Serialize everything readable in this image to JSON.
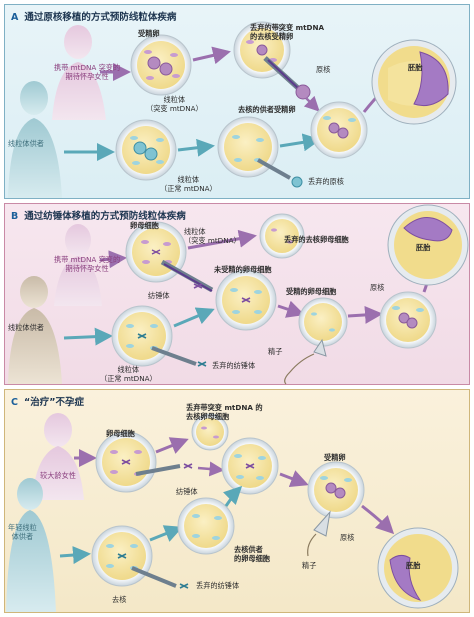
{
  "panelA": {
    "letter": "A",
    "title": "通过原核移植的方式预防线粒体疾病",
    "carrier_line1": "携带 mtDNA 突变的",
    "carrier_line2": "期待怀孕女性",
    "donor": "线粒体供者",
    "fertilized_egg": "受精卵",
    "mito_mutant_1": "线粒体",
    "mito_mutant_2": "（突变 mtDNA）",
    "mito_normal_1": "线粒体",
    "mito_normal_2": "（正常 mtDNA）",
    "discarded_mutant_1": "丢弃的带突变 mtDNA",
    "discarded_mutant_2": "的去核受精卵",
    "pronucleus": "原核",
    "enucleated_donor": "去核的供者受精卵",
    "discarded_pronucleus": "丢弃的原核",
    "embryo": "胚胎"
  },
  "panelB": {
    "letter": "B",
    "title": "通过纺锤体移植的方式预防线粒体疾病",
    "carrier_line1": "携带 mtDNA 突变的",
    "carrier_line2": "期待怀孕女性",
    "donor": "线粒体供者",
    "oocyte": "卵母细胞",
    "mito_mutant_1": "线粒体",
    "mito_mutant_2": "（突变 mtDNA）",
    "discarded_enucleated": "丢弃的去核卵母细胞",
    "unfertilized": "未受精的卵母细胞",
    "spindle": "纺锤体",
    "fertilized_oocyte": "受精的卵母细胞",
    "pronucleus": "原核",
    "mito_normal_1": "线粒体",
    "mito_normal_2": "（正常 mtDNA）",
    "discarded_spindle": "丢弃的纺锤体",
    "sperm": "精子",
    "embryo": "胚胎"
  },
  "panelC": {
    "letter": "C",
    "title": "“治疗”不孕症",
    "older_woman": "较大龄女性",
    "young_donor_1": "年轻线粒",
    "young_donor_2": "体供者",
    "oocyte": "卵母细胞",
    "discarded_mutant_1": "丢弃带突变 mtDNA 的",
    "discarded_mutant_2": "去核卵母细胞",
    "spindle": "纺锤体",
    "fertilized_egg": "受精卵",
    "pronucleus": "原核",
    "enucleated_donor_1": "去核供者",
    "enucleated_donor_2": "的卵母细胞",
    "discarded_spindle": "丢弃的纺锤体",
    "enucleate": "去核",
    "sperm": "精子",
    "embryo": "胚胎"
  },
  "colors": {
    "panelA_bg": "#dbeef4",
    "panelB_bg": "#f1dbe6",
    "panelC_bg": "#f4e8c8",
    "mutant_purple": "#9b59a6",
    "normal_teal": "#4a9fb5",
    "cytoplasm": "#f5e6a8",
    "zona": "#e9eef2"
  }
}
